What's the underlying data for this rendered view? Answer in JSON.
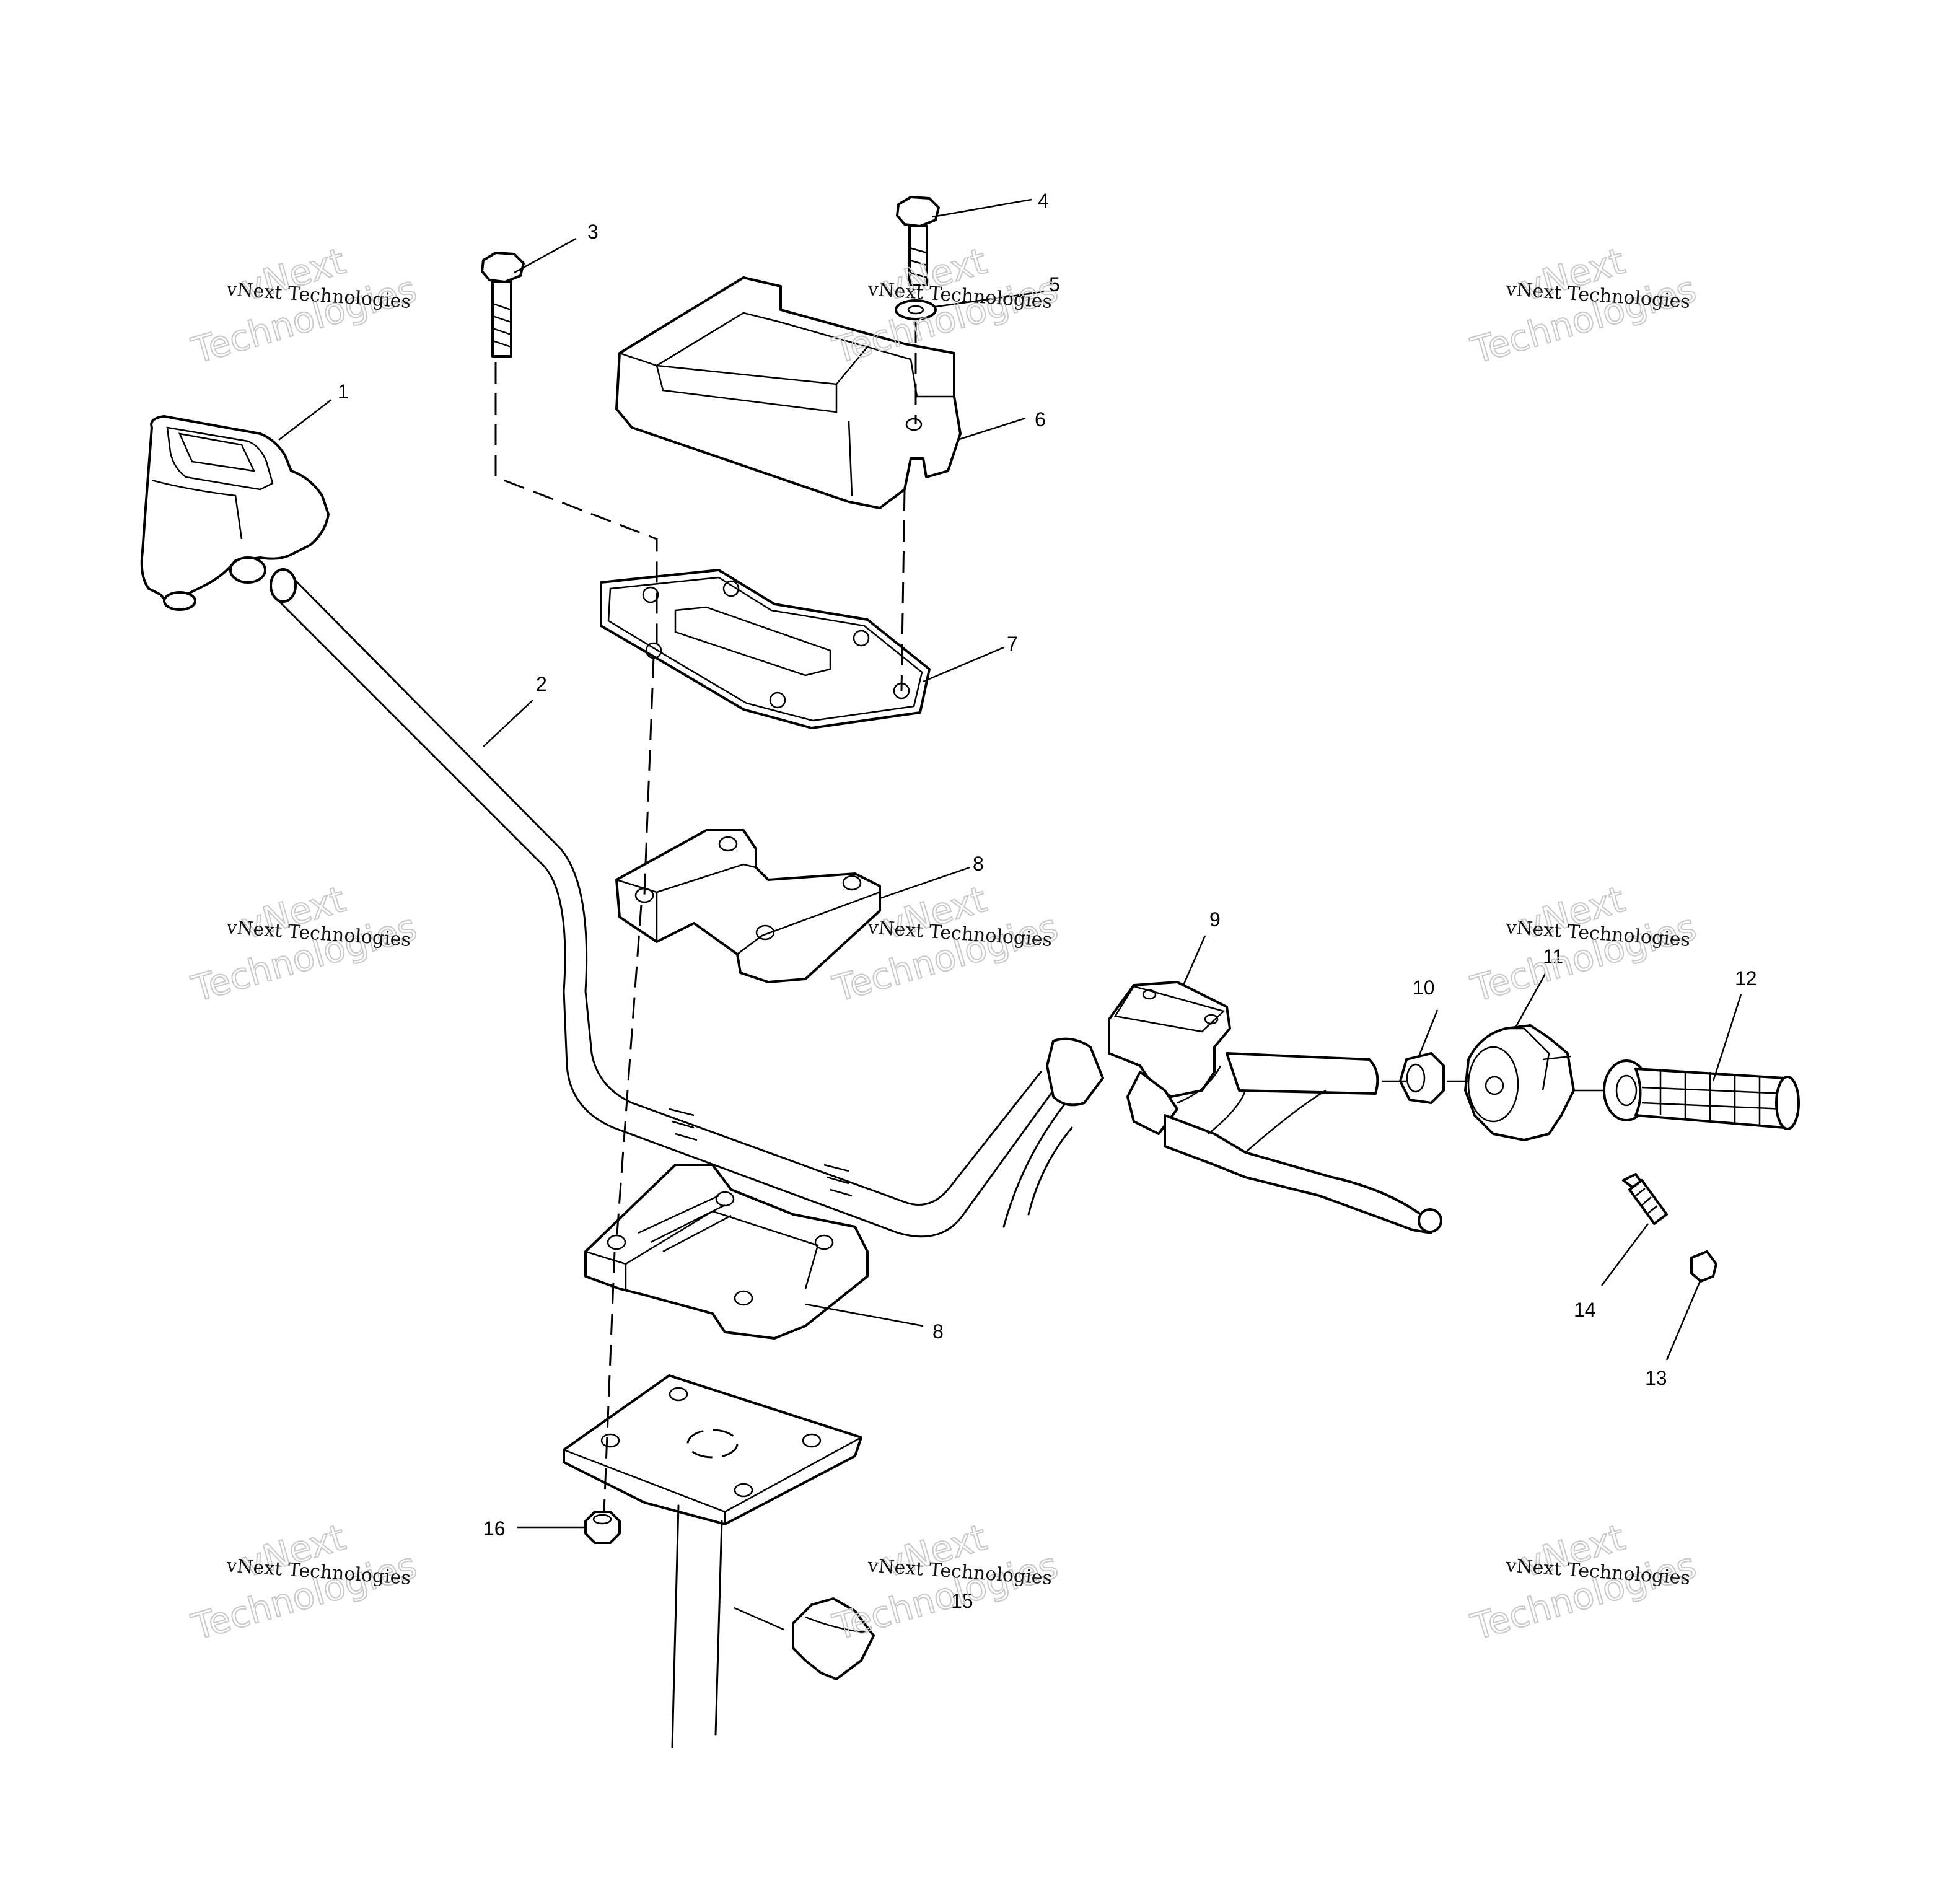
{
  "callouts": [
    {
      "id": "1",
      "label": "1"
    },
    {
      "id": "2",
      "label": "2"
    },
    {
      "id": "3",
      "label": "3"
    },
    {
      "id": "4",
      "label": "4"
    },
    {
      "id": "5",
      "label": "5"
    },
    {
      "id": "6",
      "label": "6"
    },
    {
      "id": "7",
      "label": "7"
    },
    {
      "id": "8a",
      "label": "8"
    },
    {
      "id": "8b",
      "label": "8"
    },
    {
      "id": "9",
      "label": "9"
    },
    {
      "id": "10",
      "label": "10"
    },
    {
      "id": "11",
      "label": "11"
    },
    {
      "id": "12",
      "label": "12"
    },
    {
      "id": "13",
      "label": "13"
    },
    {
      "id": "14",
      "label": "14"
    },
    {
      "id": "15",
      "label": "15"
    },
    {
      "id": "16",
      "label": "16"
    }
  ],
  "watermark": {
    "line": "vNext Technologies",
    "word1": "vNext",
    "word2": "Technologies"
  }
}
